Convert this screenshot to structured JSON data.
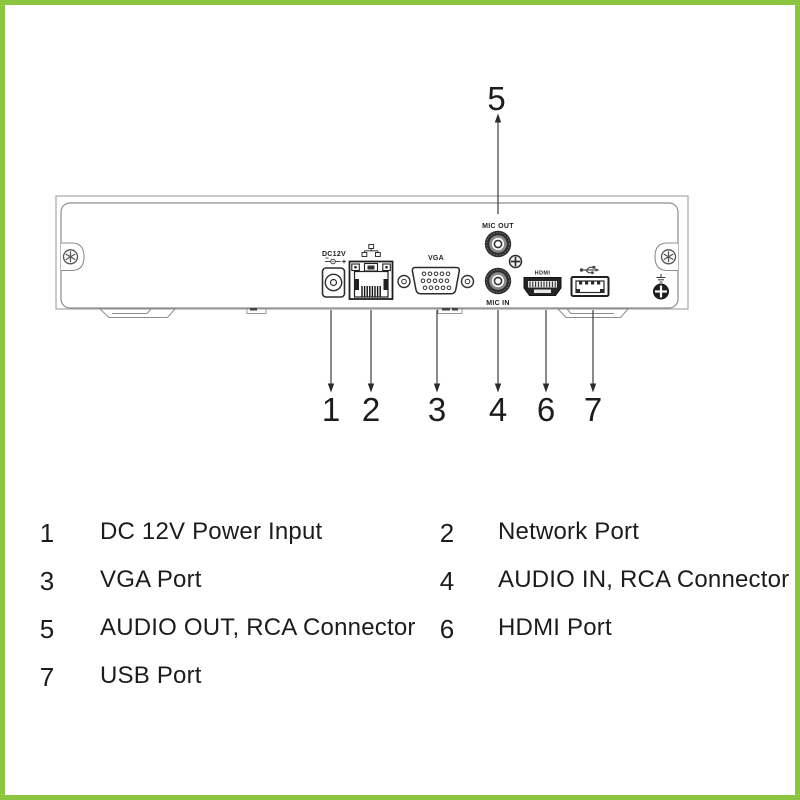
{
  "colors": {
    "frame_green": "#8BC53F",
    "callout_line": "#2b2b2b",
    "casing_gray": "#a6a6a6",
    "panel_gray": "#8d8d8d",
    "connector_dark": "#222222"
  },
  "diagram": {
    "port_labels": {
      "power": "DC12V",
      "vga": "VGA",
      "mic_out": "MIC OUT",
      "mic_in": "MIC IN",
      "hdmi": "HDMI"
    },
    "callouts": {
      "top": [
        "5"
      ],
      "bottom": [
        "1",
        "2",
        "3",
        "4",
        "6",
        "7"
      ]
    },
    "icons": {
      "power_polarity": "dc-polarity-icon",
      "network": "network-icon",
      "usb": "usb-trident-icon",
      "ground": "ground-icon",
      "screws": "screw-icon"
    }
  },
  "legend": {
    "items": [
      {
        "num": "1",
        "label": "DC 12V Power Input"
      },
      {
        "num": "2",
        "label": "Network Port"
      },
      {
        "num": "3",
        "label": "VGA Port"
      },
      {
        "num": "4",
        "label": "AUDIO IN, RCA Connector"
      },
      {
        "num": "5",
        "label": "AUDIO OUT, RCA Connector"
      },
      {
        "num": "6",
        "label": "HDMI Port"
      },
      {
        "num": "7",
        "label": "USB Port"
      }
    ]
  }
}
